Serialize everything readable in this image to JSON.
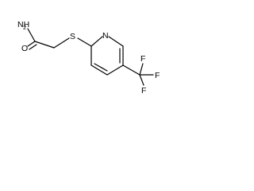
{
  "molecule": {
    "atoms": {
      "amide_n": "NH",
      "amide_n_sub": "2",
      "carbonyl_o": "O",
      "thioether_s": "S",
      "ring_n": "N",
      "f_top": "F",
      "f_right": "F",
      "f_bottom": "F"
    }
  }
}
